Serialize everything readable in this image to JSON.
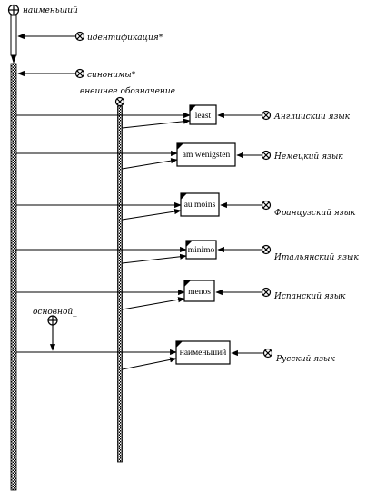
{
  "diagram": {
    "root_label": "наименьший_",
    "identification_label": "идентификация*",
    "synonyms_label": "синонимы*",
    "external_notation_label": "внешнее обозначение",
    "base_label": "основной_",
    "rows": [
      {
        "term": "least",
        "language": "Английский язык"
      },
      {
        "term": "am wenigsten",
        "language": "Немецкий язык"
      },
      {
        "term": "au moins",
        "language": "Французский язык"
      },
      {
        "term": "minimo",
        "language": "Итальянский язык"
      },
      {
        "term": "menos",
        "language": "Испанский язык"
      },
      {
        "term": "наименьший",
        "language": "Русский язык"
      }
    ],
    "colors": {
      "line": "#000000",
      "background": "#ffffff"
    }
  }
}
